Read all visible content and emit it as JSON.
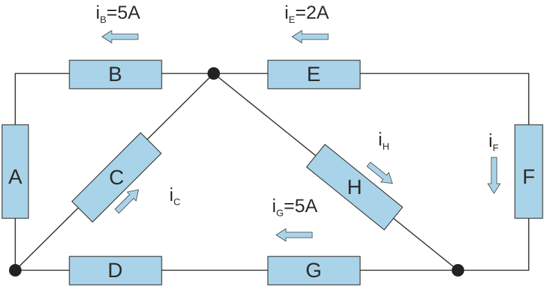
{
  "colors": {
    "resistor_fill": "#a9d3e8",
    "arrow_fill": "#a9d3e8",
    "wire": "#3a3a3a",
    "node": "#222222"
  },
  "resistors": {
    "A": "A",
    "B": "B",
    "C": "C",
    "D": "D",
    "E": "E",
    "F": "F",
    "G": "G",
    "H": "H"
  },
  "currents": {
    "B": {
      "symbol": "i",
      "subscript": "B",
      "value": "=5A"
    },
    "E": {
      "symbol": "i",
      "subscript": "E",
      "value": "=2A"
    },
    "C": {
      "symbol": "i",
      "subscript": "C",
      "value": ""
    },
    "H": {
      "symbol": "i",
      "subscript": "H",
      "value": ""
    },
    "F": {
      "symbol": "i",
      "subscript": "F",
      "value": ""
    },
    "G": {
      "symbol": "i",
      "subscript": "G",
      "value": "=5A"
    }
  }
}
